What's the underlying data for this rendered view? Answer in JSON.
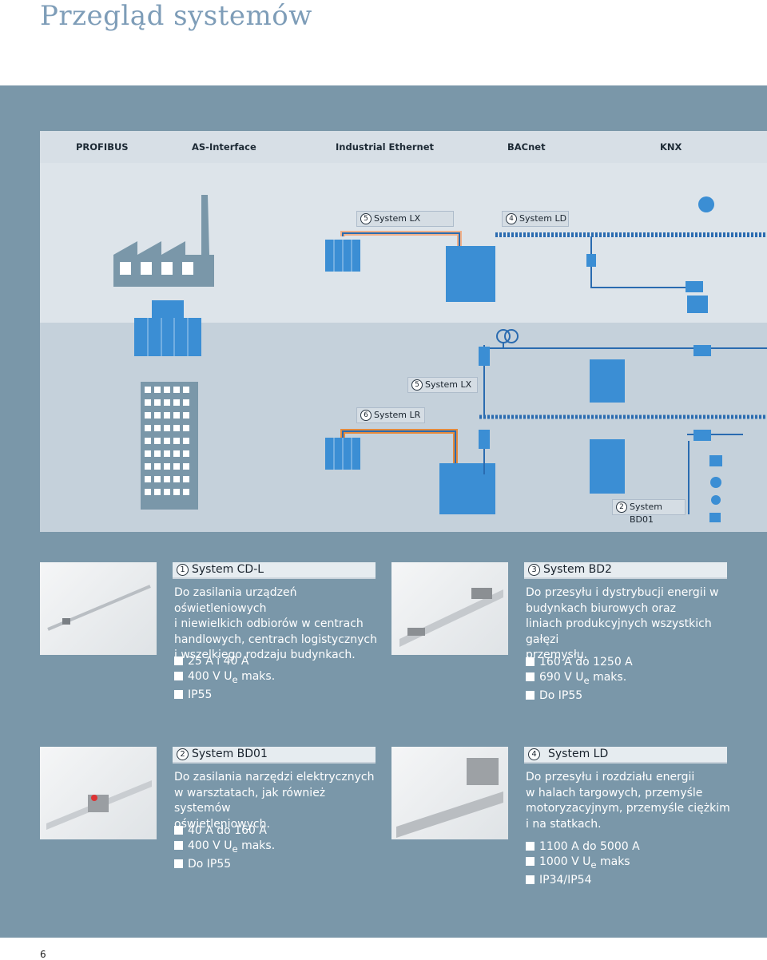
{
  "page": {
    "title": "Przegląd systemów",
    "page_number": "6"
  },
  "tabs": [
    "PROFIBUS",
    "AS-Interface",
    "Industrial Ethernet",
    "BACnet",
    "KNX"
  ],
  "diagram_labels": {
    "lx_top": {
      "num": "5",
      "text": "System LX"
    },
    "ld_top": {
      "num": "4",
      "text": "System LD"
    },
    "lx_mid": {
      "num": "5",
      "text": "System LX"
    },
    "lr": {
      "num": "6",
      "text": "System LR"
    },
    "bd01": {
      "num": "2",
      "text": "System BD01"
    }
  },
  "cards": [
    {
      "num": "1",
      "title": "System CD-L",
      "desc": [
        "Do zasilania urządzeń oświetleniowych",
        "i niewielkich odbiorów w centrach",
        "handlowych, centrach logistycznych",
        "i wszelkiego rodzaju budynkach."
      ],
      "specs": [
        {
          "pre": "25 A i 40 A",
          "sub": "",
          "post": ""
        },
        {
          "pre": "400 V U",
          "sub": "e",
          "post": " maks."
        },
        {
          "pre": "IP55",
          "sub": "",
          "post": ""
        }
      ]
    },
    {
      "num": "3",
      "title": "System BD2",
      "desc": [
        "Do przesyłu i dystrybucji energii w",
        "budynkach biurowych oraz",
        "liniach produkcyjnych wszystkich gałęzi",
        "przemysłu."
      ],
      "specs": [
        {
          "pre": "160 A do 1250 A",
          "sub": "",
          "post": ""
        },
        {
          "pre": "690 V U",
          "sub": "e",
          "post": " maks."
        },
        {
          "pre": "Do IP55",
          "sub": "",
          "post": ""
        }
      ]
    },
    {
      "num": "2",
      "title": "System BD01",
      "desc": [
        "Do zasilania narzędzi elektrycznych",
        "w warsztatach, jak również systemów",
        "oświetleniowych."
      ],
      "specs": [
        {
          "pre": "40 A do 160 A",
          "sub": "",
          "post": ""
        },
        {
          "pre": "400 V U",
          "sub": "e",
          "post": " maks."
        },
        {
          "pre": "Do IP55",
          "sub": "",
          "post": ""
        }
      ]
    },
    {
      "num": "4",
      "title": "System LD",
      "desc": [
        "Do przesyłu i rozdziału energii",
        "w halach targowych, przemyśle",
        "motoryzacyjnym, przemyśle ciężkim",
        "i na statkach."
      ],
      "specs": [
        {
          "pre": "1100 A do 5000 A",
          "sub": "",
          "post": ""
        },
        {
          "pre": "1000 V U",
          "sub": "e",
          "post": " maks"
        },
        {
          "pre": "IP34/IP54",
          "sub": "",
          "post": ""
        }
      ]
    }
  ],
  "colors": {
    "panel": "#7a97a9",
    "diagram_bg": "#dde4ea",
    "diagram_lower": "#c5d1db",
    "busbar_blue": "#2a6bb0",
    "busbar_orange": "#e58a3c",
    "lx_salmon": "#f0b08a"
  }
}
